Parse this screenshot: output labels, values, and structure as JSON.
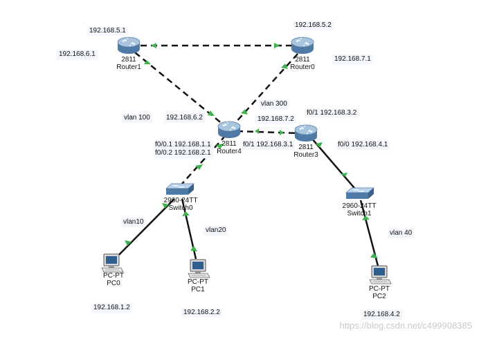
{
  "devices": {
    "router1": {
      "model": "2811",
      "name": "Router1"
    },
    "router0": {
      "model": "2811",
      "name": "Router0"
    },
    "router4": {
      "model": "2811",
      "name": "Router4"
    },
    "router3": {
      "model": "2811",
      "name": "Router3"
    },
    "switch0": {
      "model": "2960-24TT",
      "name": "Switch0"
    },
    "switch1": {
      "model": "2960-24TT",
      "name": "Switch1"
    },
    "pc0": {
      "model": "PC-PT",
      "name": "PC0"
    },
    "pc1": {
      "model": "PC-PT",
      "name": "PC1"
    },
    "pc2": {
      "model": "PC-PT",
      "name": "PC2"
    }
  },
  "labels": {
    "ip_5_1": "192.168.5.1",
    "ip_5_2": "192.168.5.2",
    "ip_6_1": "192.168.6.1",
    "ip_7_1": "192.168.7.1",
    "ip_6_2": "192.168.6.2",
    "ip_7_2": "192.168.7.2",
    "vlan_100": "vlan   100",
    "vlan_300": "vlan 300",
    "f01_3_2": "f0/1 192.168.3.2",
    "f01_3_1": "f0/1 192.168.3.1",
    "f001_1_1": "f0/0.1 192.168.1.1",
    "f002_2_1": "f0/0.2 192.168.2.1",
    "f00_4_1": "f0/0 192.168.4.1",
    "vlan10": "vlan10",
    "vlan20": "vlan20",
    "vlan40": "vlan 40",
    "pc0_ip": "192.168.1.2",
    "pc1_ip": "192.168.2.2",
    "pc2_ip": "192.168.4.2"
  },
  "watermark": "https://blog.csdn.net/c499908385",
  "colors": {
    "link": "#111111",
    "port_up": "#3cb44b",
    "router_body": "#7fa3c8",
    "label_bg": "#f3f6fb"
  }
}
